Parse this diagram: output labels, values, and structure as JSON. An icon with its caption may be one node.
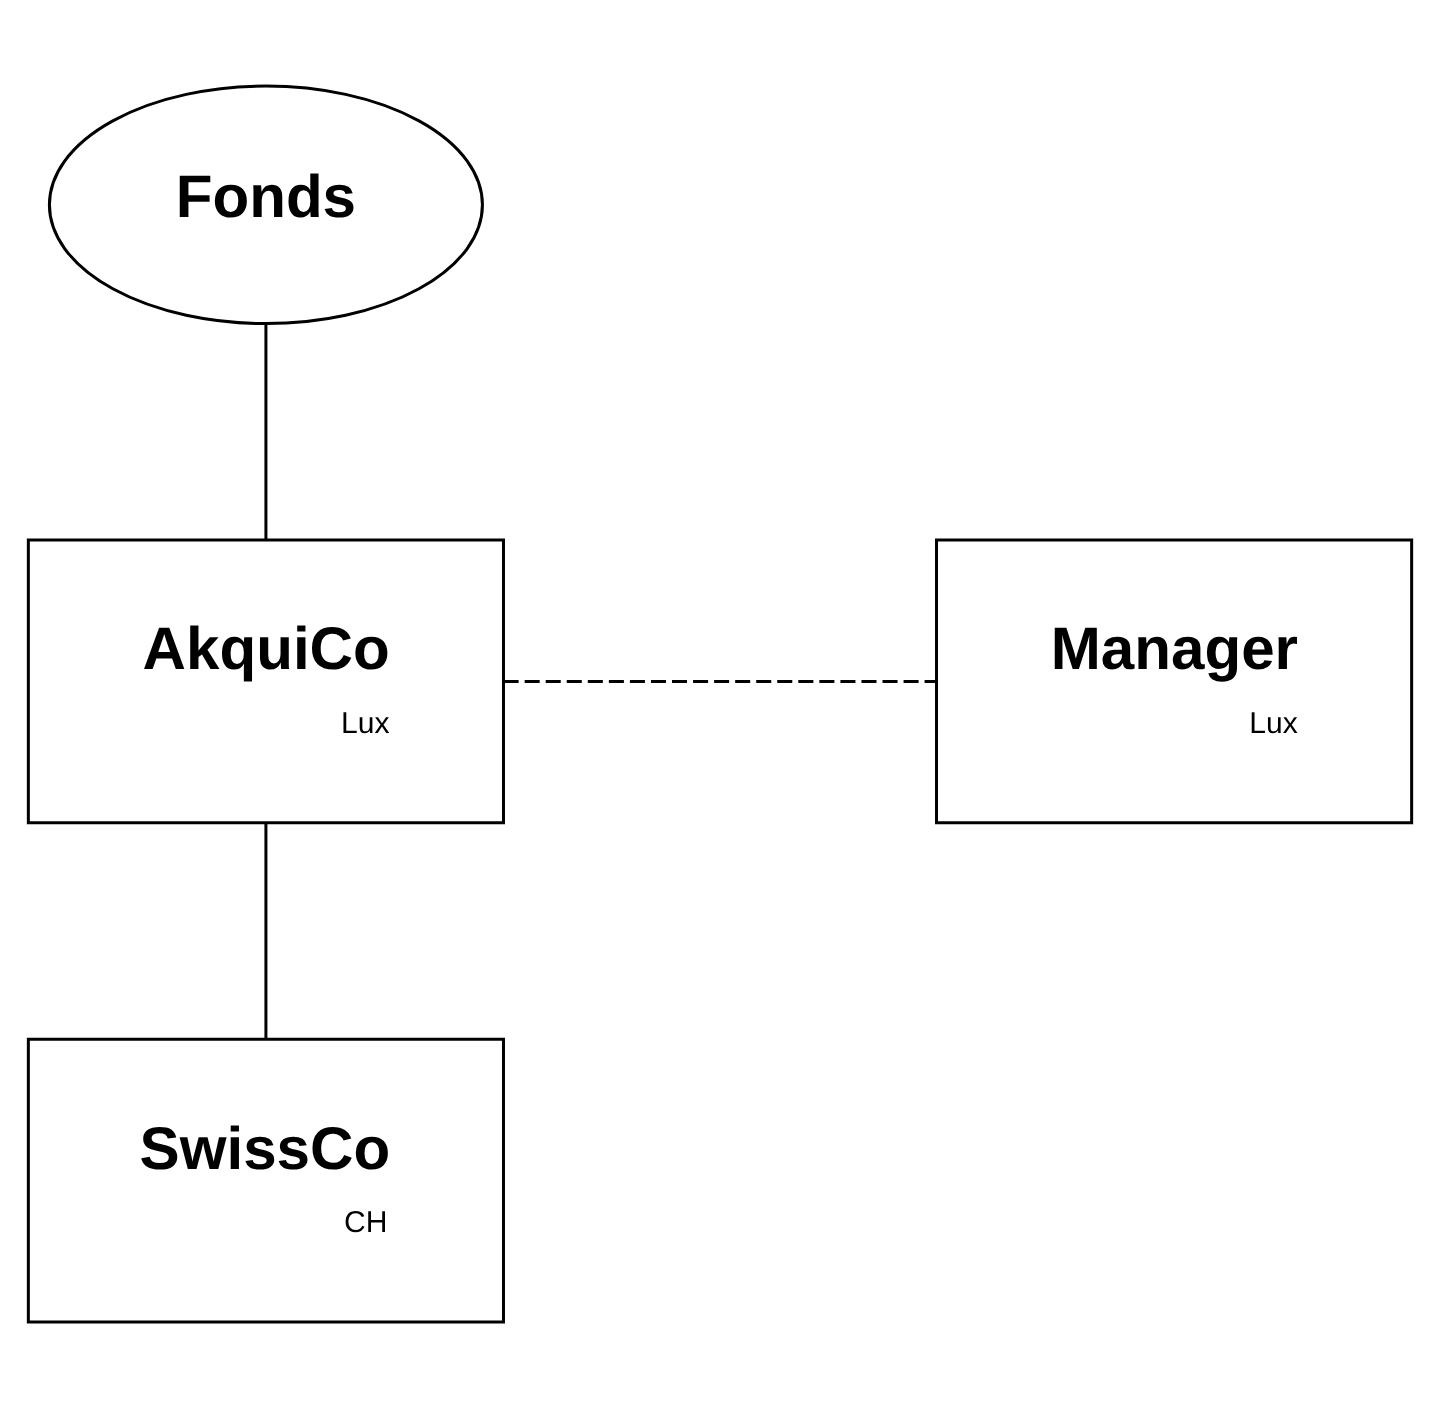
{
  "diagram": {
    "nodes": [
      {
        "text": [
          "Fonds"
        ]
      },
      {
        "text": [
          "AkquiCo",
          "Lux"
        ]
      },
      {
        "text": [
          "Manager",
          "Lux"
        ]
      },
      {
        "text": [
          "SwissCo",
          "CH"
        ]
      }
    ],
    "edges": [
      {
        "from": 0,
        "to": 1,
        "arrow": "none"
      },
      {
        "from": 1,
        "to": 2,
        "arrow": "none",
        "style": "dashed"
      },
      {
        "from": 1,
        "to": 3,
        "arrow": "none"
      }
    ]
  }
}
